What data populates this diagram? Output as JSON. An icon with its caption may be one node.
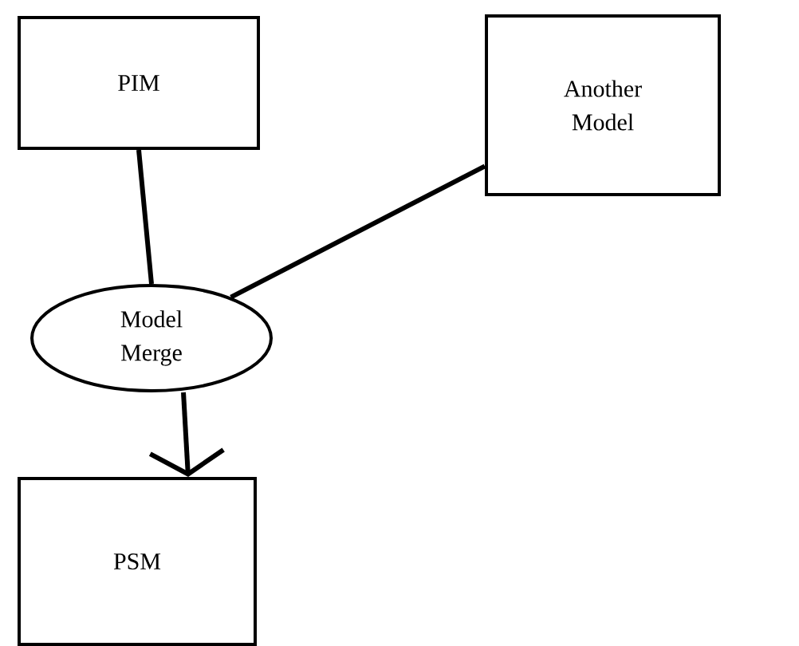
{
  "diagram": {
    "nodes": [
      {
        "text": [
          "PIM"
        ]
      },
      {
        "text": [
          "Another Model"
        ]
      },
      {
        "text": [
          "Model Merge"
        ]
      },
      {
        "text": [
          "PSM"
        ]
      }
    ],
    "edges": [
      {
        "from": 0,
        "to": 2,
        "arrow": "none"
      },
      {
        "from": 1,
        "to": 2,
        "arrow": "none"
      },
      {
        "from": 2,
        "to": 3,
        "arrow": "to"
      }
    ]
  }
}
